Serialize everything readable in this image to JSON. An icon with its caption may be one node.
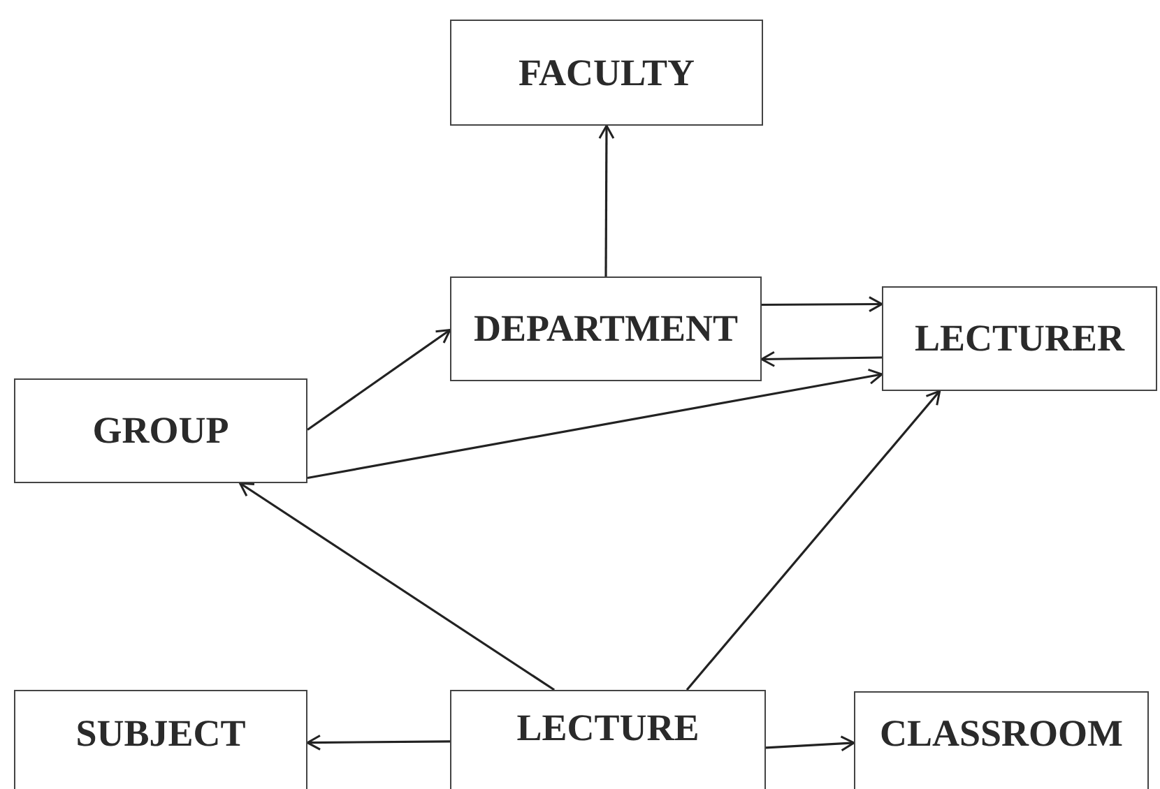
{
  "diagram": {
    "nodes": [
      {
        "text": [
          "FACULTY"
        ]
      },
      {
        "text": [
          "DEPARTMENT"
        ]
      },
      {
        "text": [
          "LECTURER"
        ]
      },
      {
        "text": [
          "GROUP"
        ]
      },
      {
        "text": [
          "SUBJECT"
        ]
      },
      {
        "text": [
          "LECTURE"
        ]
      },
      {
        "text": [
          "CLASSROOM"
        ]
      }
    ],
    "edges": [
      {
        "from": 1,
        "to": 0,
        "arrow": "to"
      },
      {
        "from": 1,
        "to": 2,
        "arrow": "to"
      },
      {
        "from": 2,
        "to": 1,
        "arrow": "to"
      },
      {
        "from": 3,
        "to": 1,
        "arrow": "to"
      },
      {
        "from": 3,
        "to": 2,
        "arrow": "to"
      },
      {
        "from": 5,
        "to": 3,
        "arrow": "to"
      },
      {
        "from": 5,
        "to": 2,
        "arrow": "to"
      },
      {
        "from": 5,
        "to": 4,
        "arrow": "to"
      },
      {
        "from": 5,
        "to": 6,
        "arrow": "to"
      }
    ]
  }
}
